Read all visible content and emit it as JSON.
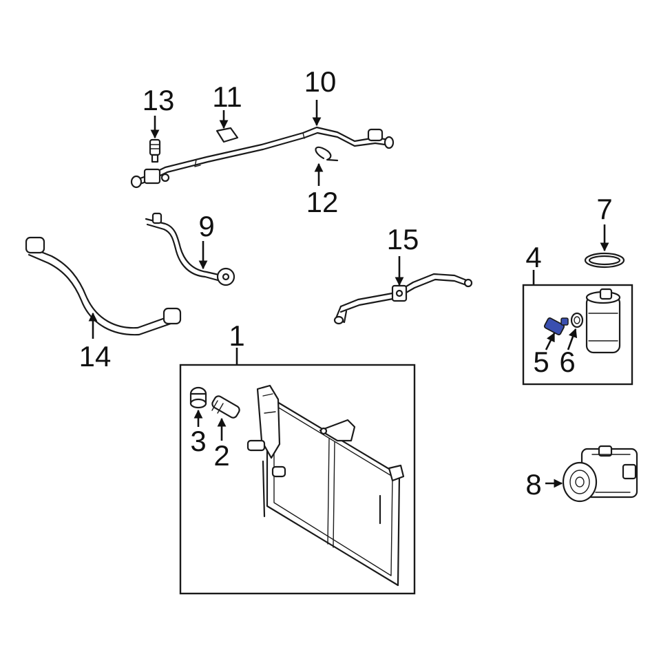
{
  "callouts": {
    "c1": "1",
    "c2": "2",
    "c3": "3",
    "c4": "4",
    "c5": "5",
    "c6": "6",
    "c7": "7",
    "c8": "8",
    "c9": "9",
    "c10": "10",
    "c11": "11",
    "c12": "12",
    "c13": "13",
    "c14": "14",
    "c15": "15"
  },
  "colors": {
    "line": "#1a1a1a",
    "highlight": "#3a4fb0",
    "background": "#ffffff"
  }
}
